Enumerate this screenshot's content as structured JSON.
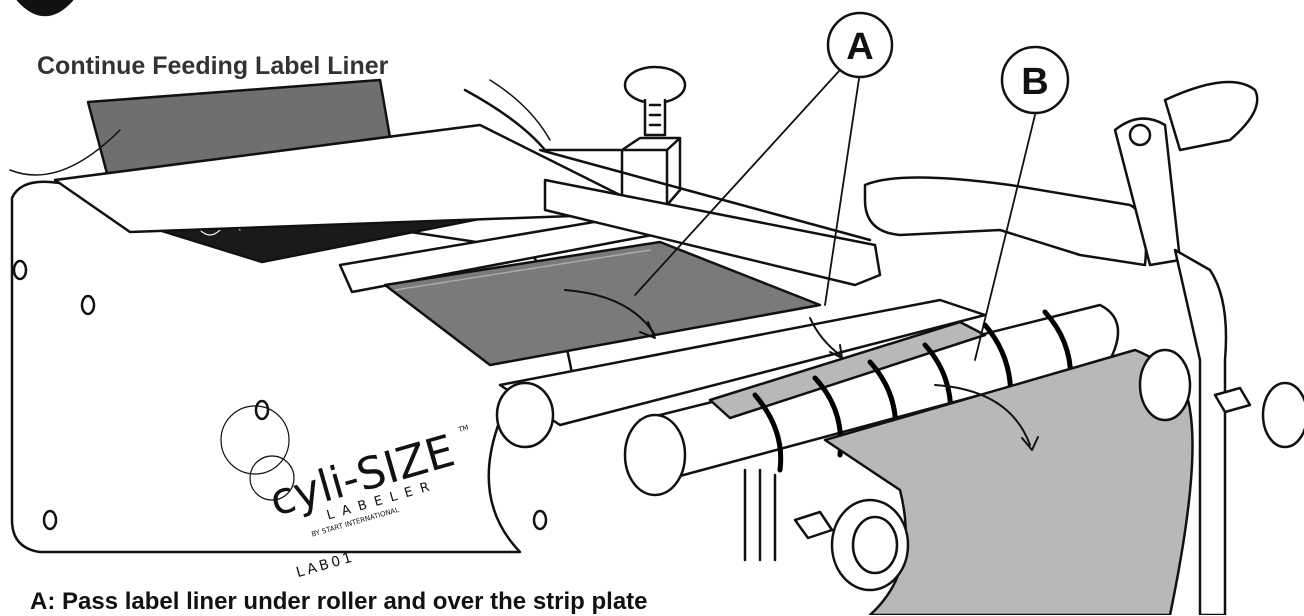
{
  "step_title": "Continue Feeding Label Liner",
  "callouts": {
    "a": "A",
    "b": "B"
  },
  "logo": {
    "brand": "cyli-SIZE",
    "trademark": "TM",
    "subtitle": "LABELER",
    "maker": "BY START INTERNATIONAL",
    "model": "LAB01"
  },
  "instruction_a": "A: Pass label liner under roller and over the strip plate",
  "colors": {
    "outline": "#111111",
    "plate_gray": "#7a7a7a",
    "liner_gray": "#b8b8b8",
    "brush": "#1a1a1a"
  }
}
